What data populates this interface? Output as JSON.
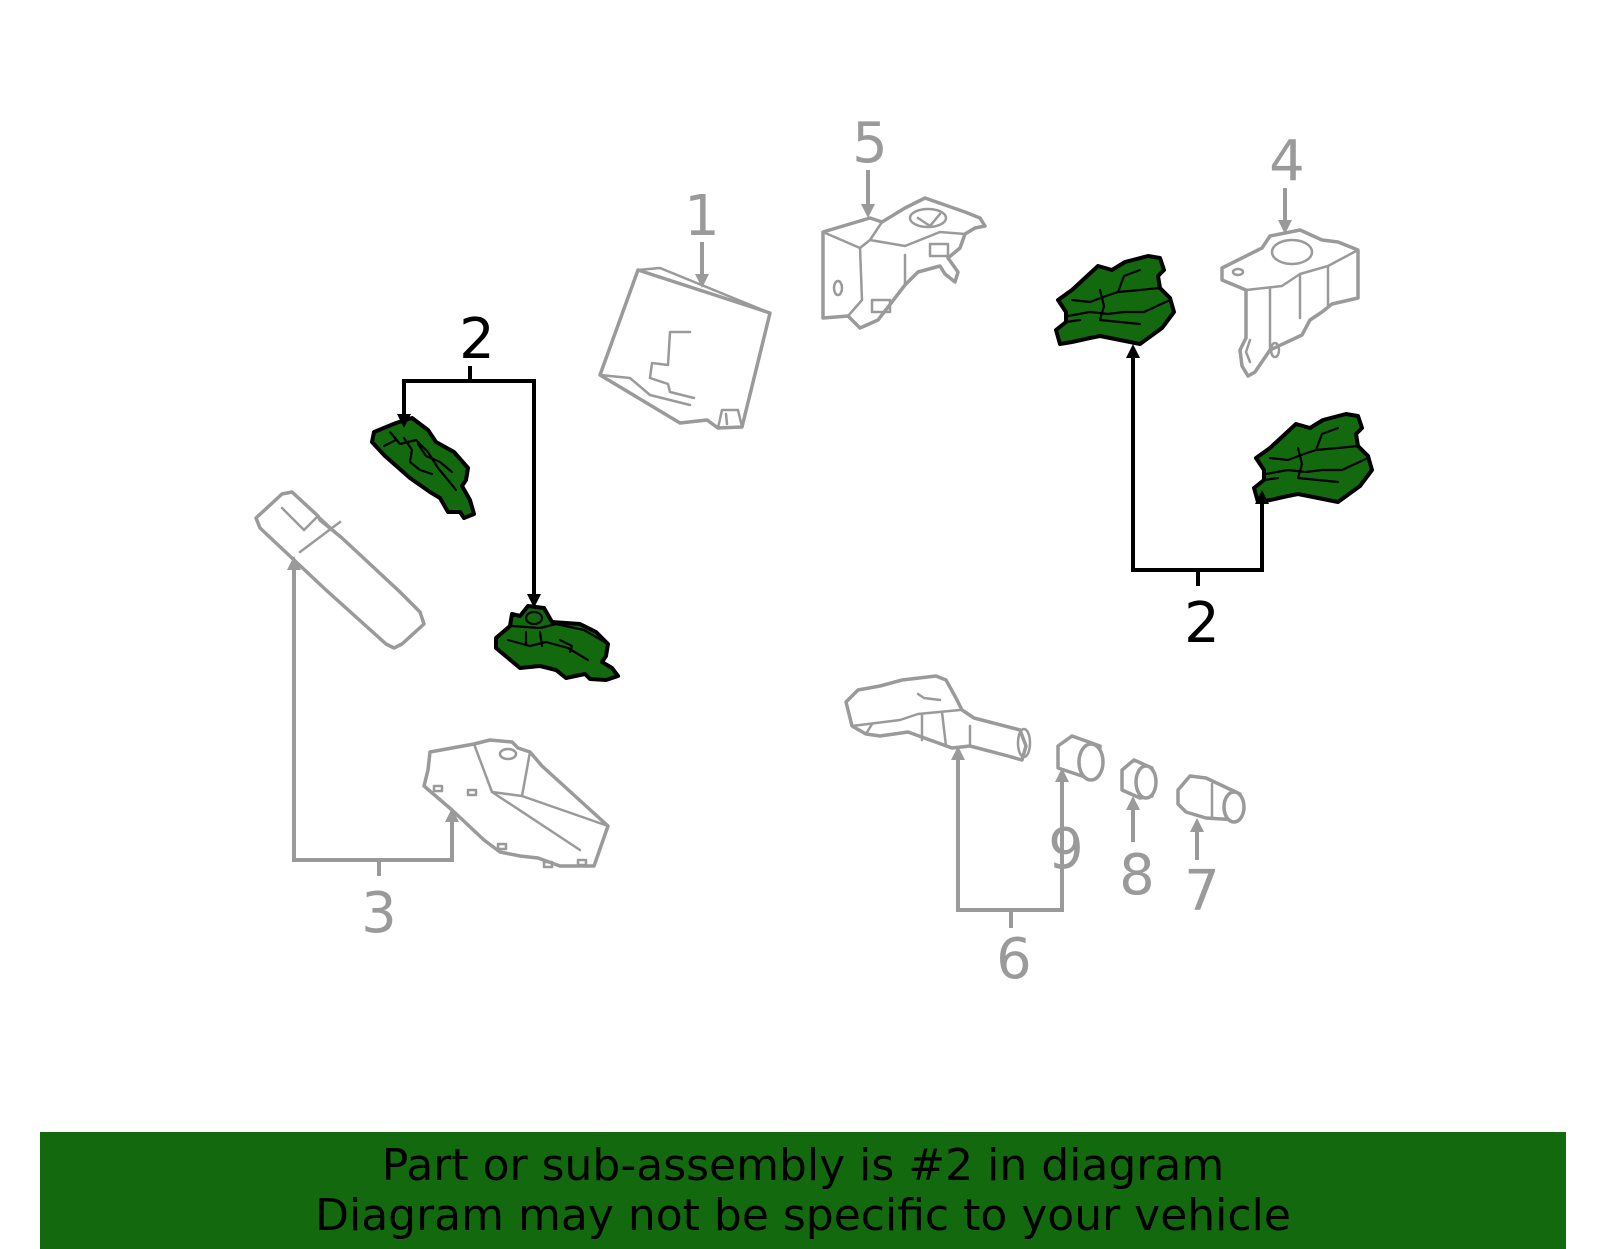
{
  "callouts": {
    "c1": "1",
    "c2_left": "2",
    "c2_right": "2",
    "c3": "3",
    "c4": "4",
    "c5": "5",
    "c6": "6",
    "c7": "7",
    "c8": "8",
    "c9": "9"
  },
  "banner": {
    "line1": "Part or sub-assembly is #2 in diagram",
    "line2": "Diagram may not be specific to your vehicle"
  },
  "colors": {
    "highlight": "#136a0e",
    "ghost": "#9a9a9a",
    "banner": "#136a0e"
  }
}
